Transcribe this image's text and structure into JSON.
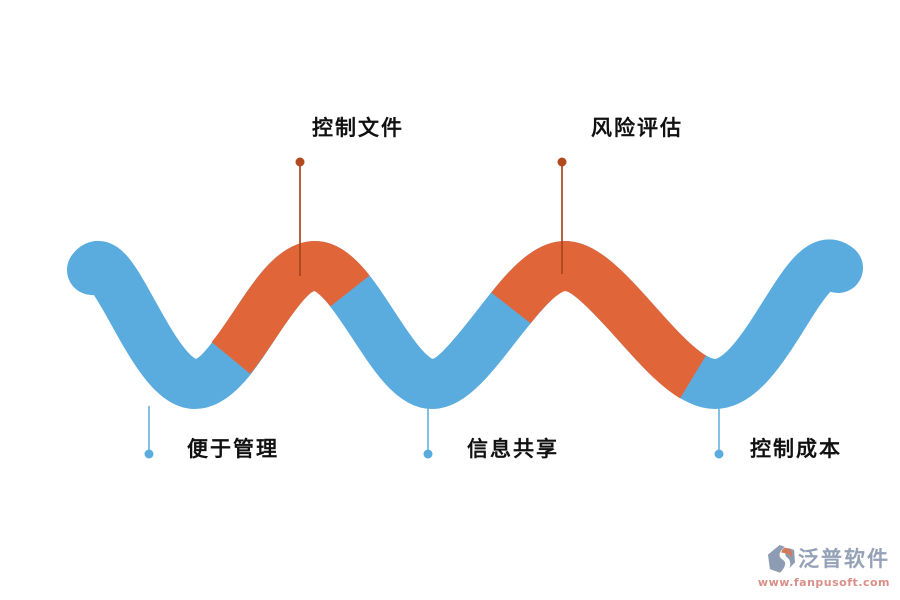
{
  "diagram": {
    "callouts_top": [
      {
        "label": "控制文件"
      },
      {
        "label": "风险评估"
      }
    ],
    "callouts_bottom": [
      {
        "label": "便于管理"
      },
      {
        "label": "信息共享"
      },
      {
        "label": "控制成本"
      }
    ]
  },
  "colors": {
    "wave_blue": "#5aacdf",
    "wave_orange": "#e0663a",
    "top_connector": "#a9451c",
    "top_dot": "#b24a1e",
    "bottom_connector": "#5aacdf",
    "bottom_dot": "#5aacdf"
  },
  "watermark": {
    "brand": "泛普软件",
    "url": "www.fanpusoft.com"
  }
}
